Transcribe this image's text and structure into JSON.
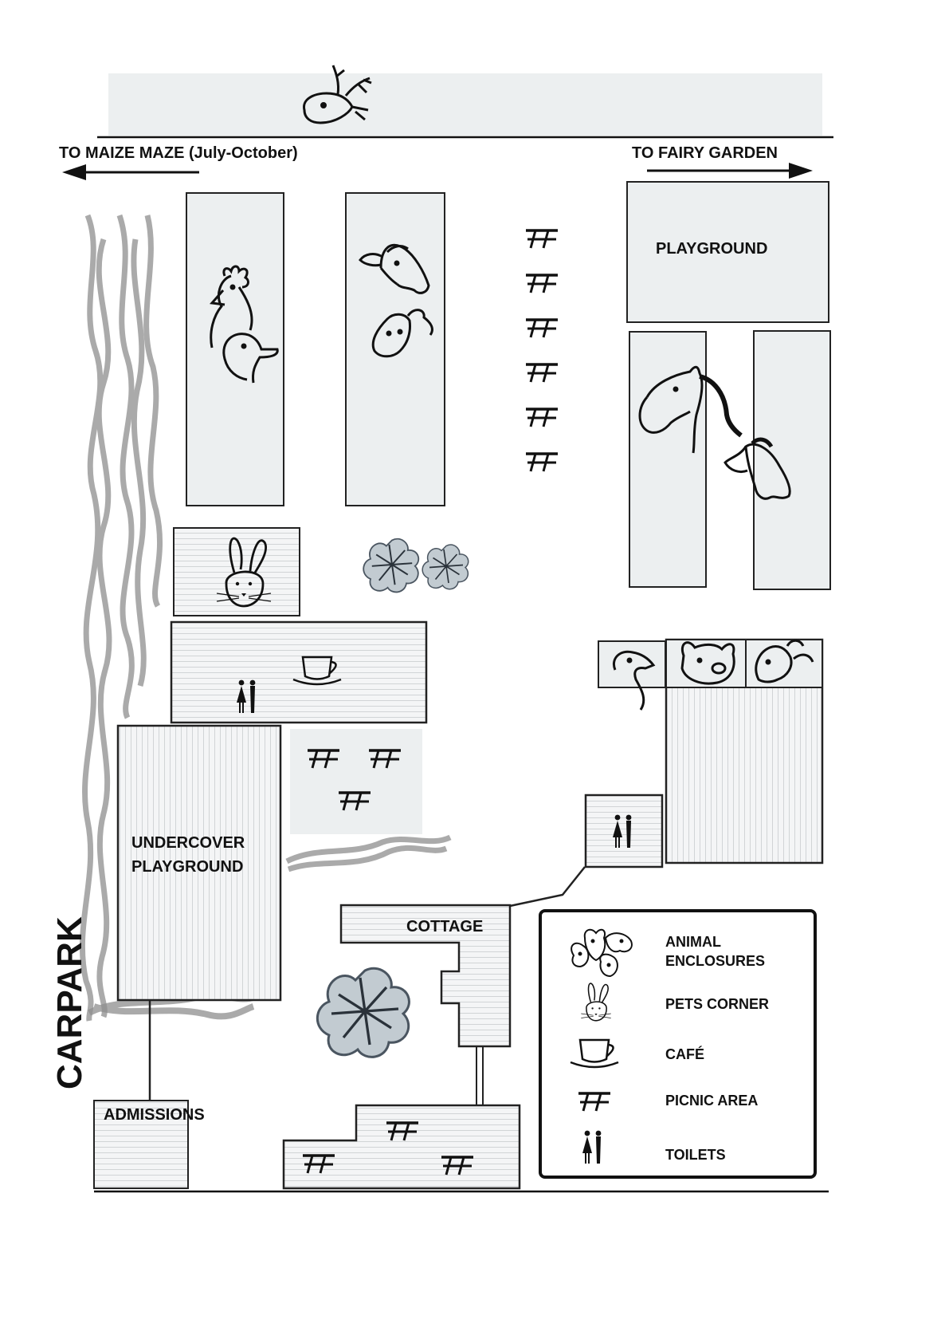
{
  "directions": {
    "left": "TO MAIZE MAZE (July-October)",
    "right": "TO FAIRY GARDEN"
  },
  "areas": {
    "playground": "PLAYGROUND",
    "undercover_playground_line1": "UNDERCOVER",
    "undercover_playground_line2": "PLAYGROUND",
    "cottage": "COTTAGE",
    "admissions": "ADMISSIONS",
    "carpark": "CARPARK"
  },
  "legend": {
    "items": [
      {
        "icon": "animal-enclosures-icon",
        "label_line1": "ANIMAL",
        "label_line2": "ENCLOSURES"
      },
      {
        "icon": "rabbit-icon",
        "label_line1": "PETS CORNER"
      },
      {
        "icon": "cafe-cup-icon",
        "label_line1": "CAFÉ"
      },
      {
        "icon": "picnic-table-icon",
        "label_line1": "PICNIC AREA"
      },
      {
        "icon": "toilets-icon",
        "label_line1": "TOILETS"
      }
    ]
  },
  "colors": {
    "enclosure_fill": "#eceff0",
    "outline": "#222222",
    "hedge": "#9a9a9a",
    "tree": "#7a8a94"
  }
}
